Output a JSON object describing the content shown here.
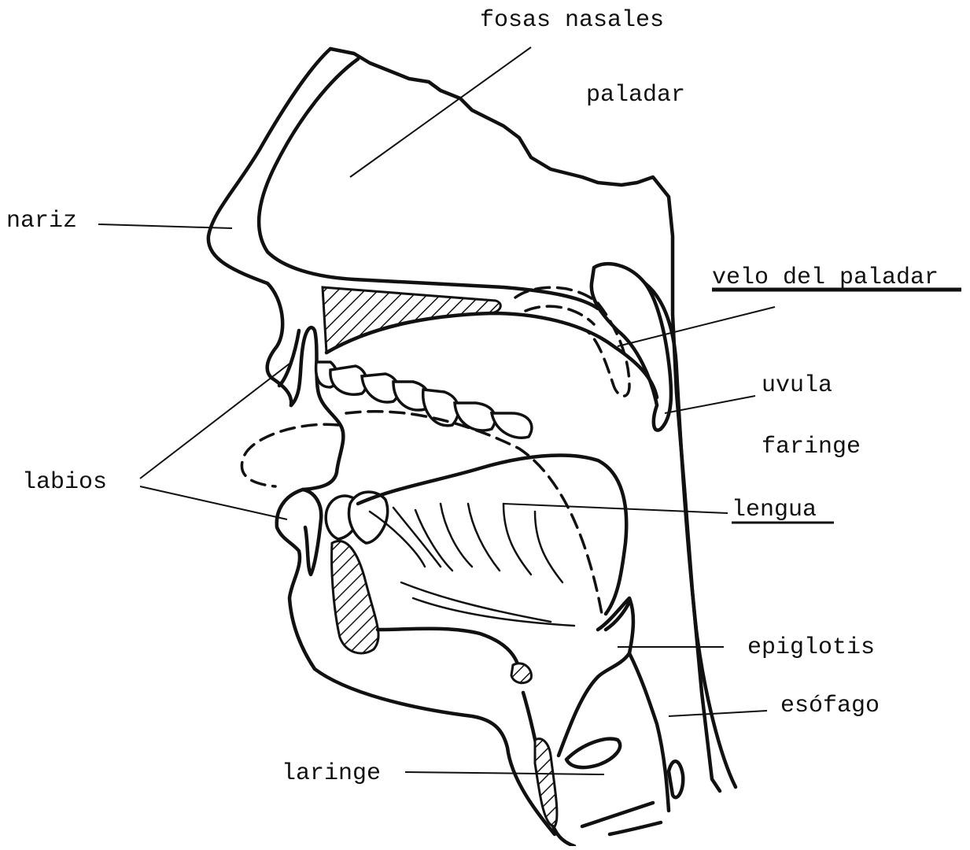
{
  "labels": {
    "fosas_nasales": "fosas nasales",
    "paladar": "paladar",
    "nariz": "nariz",
    "velo_del_paladar": "velo del paladar",
    "uvula": "uvula",
    "faringe": "faringe",
    "labios": "labios",
    "lengua": "lengua",
    "epiglotis": "epiglotis",
    "esofago": "esófago",
    "laringe": "laringe"
  },
  "colors": {
    "ink": "#111111",
    "paper": "#ffffff"
  }
}
